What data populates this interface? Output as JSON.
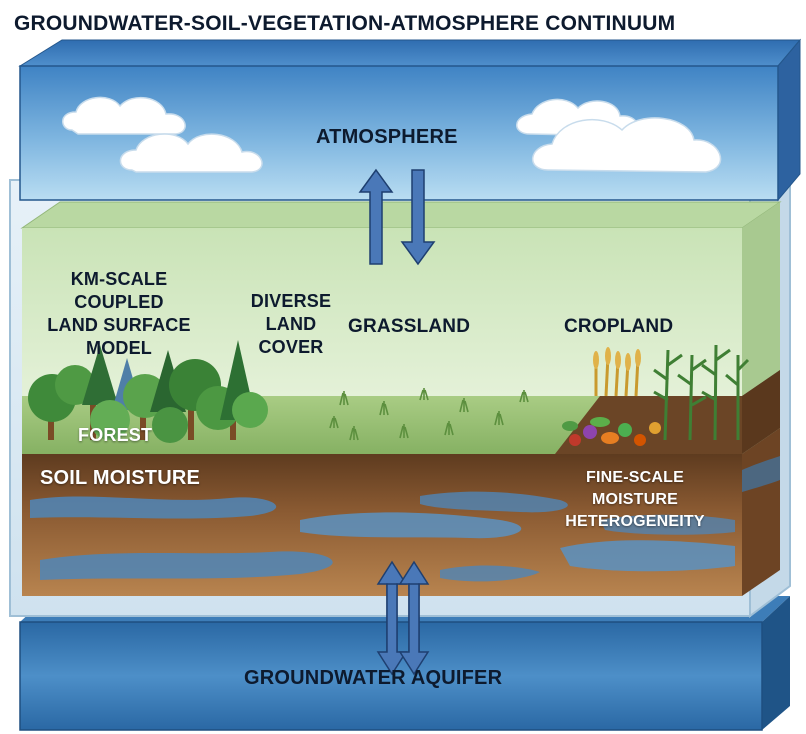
{
  "title": "GROUNDWATER-SOIL-VEGETATION-ATMOSPHERE CONTINUUM",
  "layers": {
    "atmosphere": "ATMOSPHERE",
    "soil_moisture": "SOIL MOISTURE",
    "groundwater": "GROUNDWATER AQUIFER"
  },
  "model_label": [
    "KM-SCALE",
    "COUPLED",
    "LAND SURFACE",
    "MODEL"
  ],
  "diverse_label": [
    "DIVERSE",
    "LAND",
    "COVER"
  ],
  "land_covers": {
    "forest": "FOREST",
    "grassland": "GRASSLAND",
    "cropland": "CROPLAND"
  },
  "heterogeneity_label": [
    "FINE-SCALE",
    "MOISTURE",
    "HETEROGENEITY"
  ],
  "icons": [
    "cloud-icon",
    "tree-icon",
    "grass-icon",
    "crop-icon",
    "double-arrow-icon"
  ],
  "colors": {
    "sky_top": "#3f83c4",
    "sky_bottom": "#b9ddf2",
    "vegetation_zone": "#d8ebc8",
    "ground": "#9fc47a",
    "soil": "#8a5a32",
    "water_lens": "#4f86b8",
    "aquifer": "#2f6fa8",
    "arrow": "#4a78b8"
  }
}
